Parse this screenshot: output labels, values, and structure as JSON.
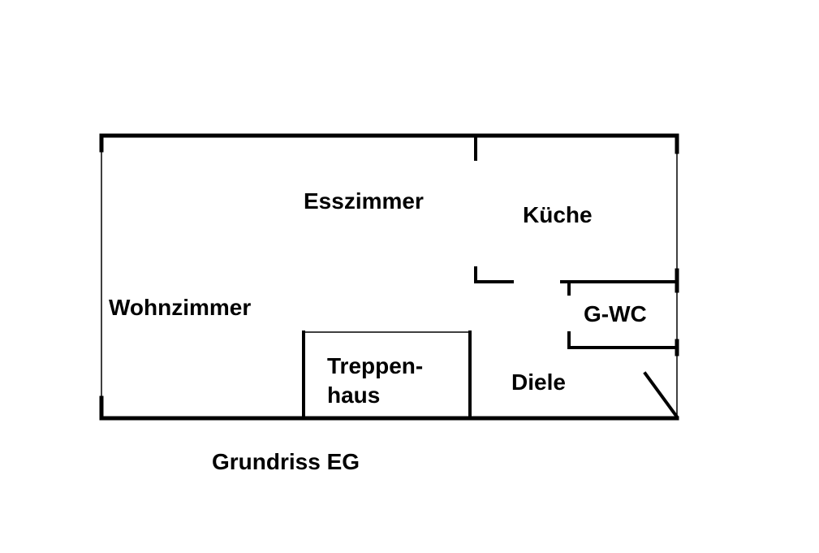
{
  "rooms": {
    "esszimmer": "Esszimmer",
    "kueche": "Küche",
    "wohnzimmer": "Wohnzimmer",
    "gwc": "G-WC",
    "treppenhaus_line1": "Treppen-",
    "treppenhaus_line2": "haus",
    "diele": "Diele"
  },
  "caption": "Grundriss EG",
  "colors": {
    "wall": "#000000",
    "background": "#ffffff"
  }
}
